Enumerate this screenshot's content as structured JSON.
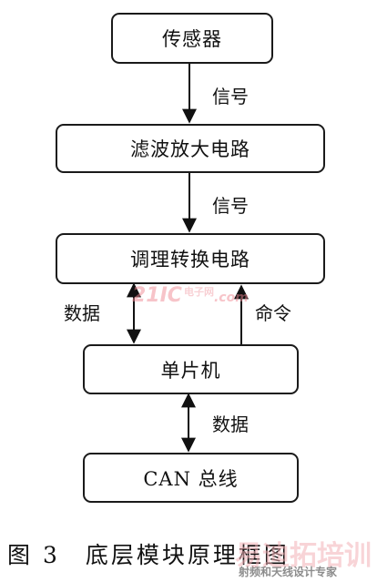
{
  "nodes": {
    "sensor": "传感器",
    "filter_amp": "滤波放大电路",
    "conditioning": "调理转换电路",
    "mcu": "单片机",
    "can_bus": "CAN 总线"
  },
  "edges": {
    "signal_1": "信号",
    "signal_2": "信号",
    "data_1": "数据",
    "command": "命令",
    "data_2": "数据"
  },
  "caption": {
    "number": "图 3",
    "title": "底层模块原理框图"
  },
  "watermarks": {
    "center_main": "21IC",
    "center_sub": "电子网",
    "center_tail": ".com",
    "corner_main": "易迪拓培训",
    "corner_sub": "射频和天线设计专家"
  }
}
